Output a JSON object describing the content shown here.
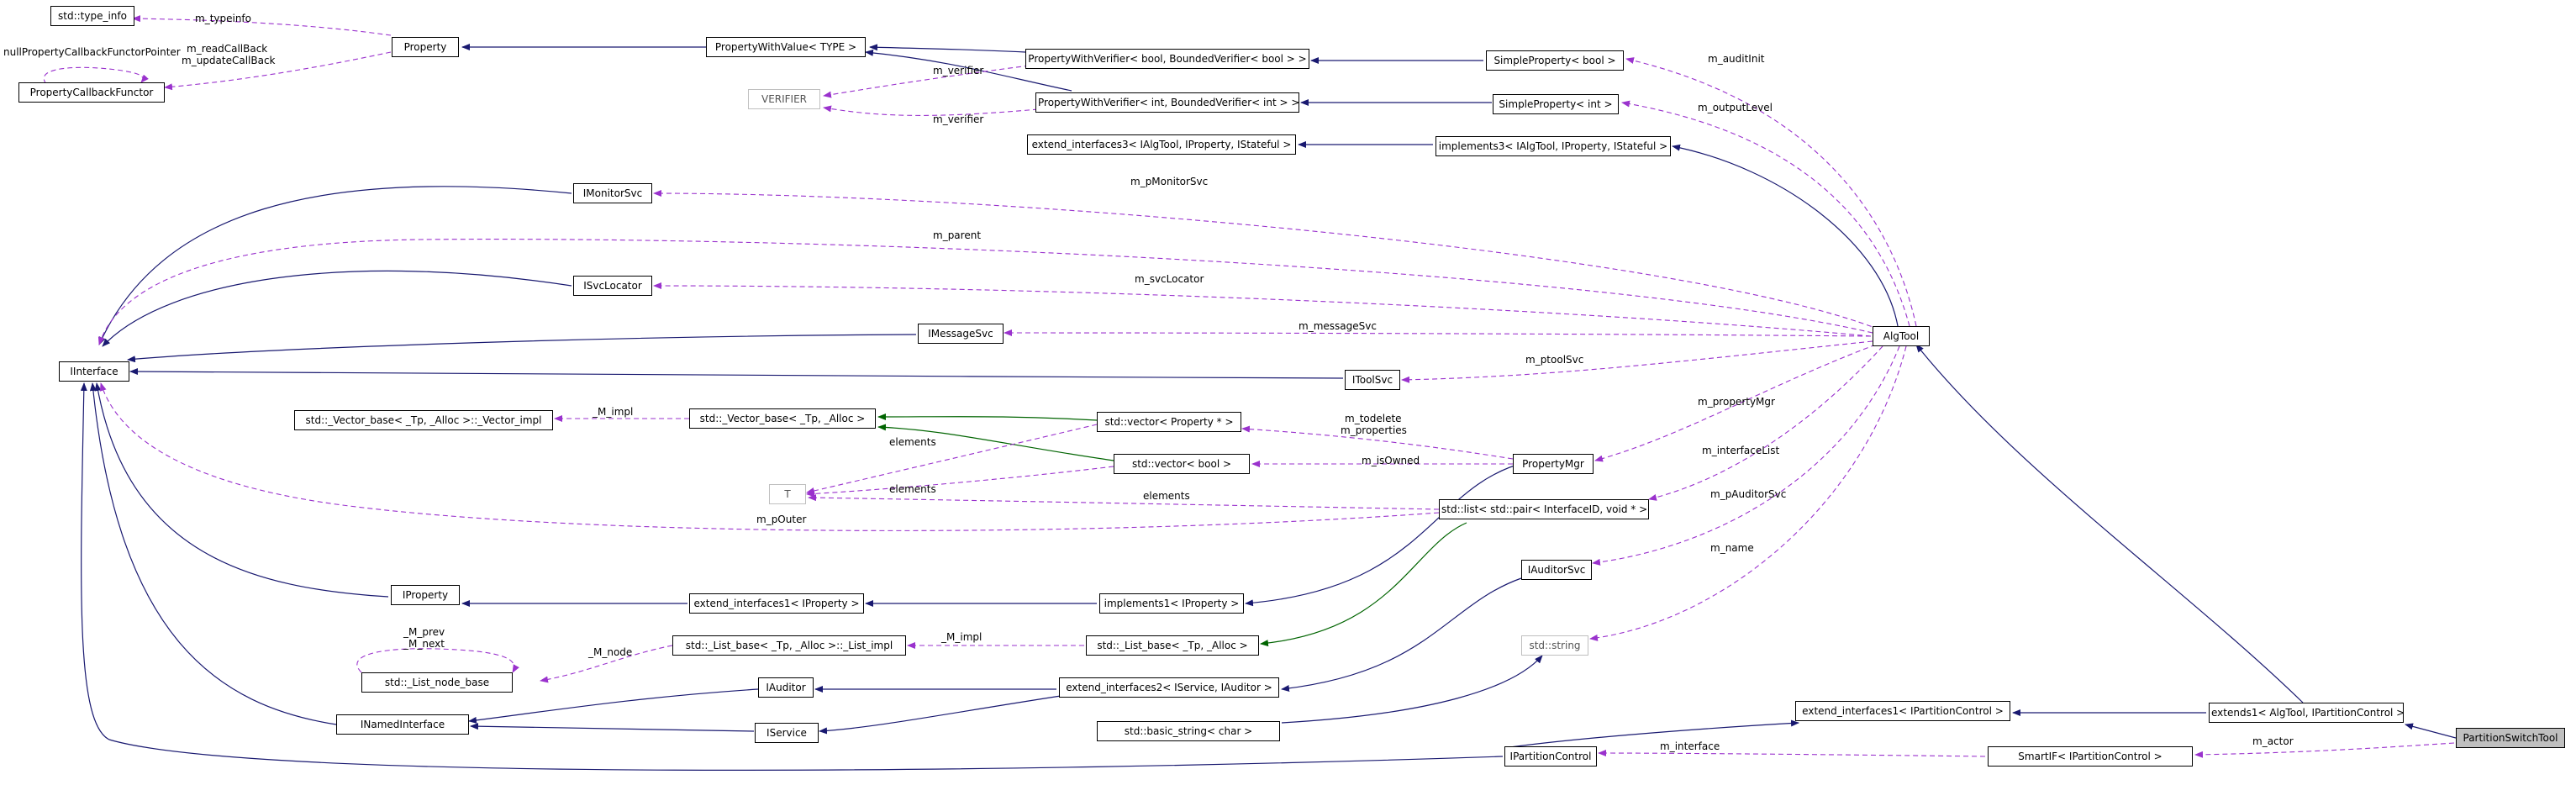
{
  "nodes": {
    "type_info": "std::type_info",
    "property": "Property",
    "property_callback_functor": "PropertyCallbackFunctor",
    "property_with_value": "PropertyWithValue< TYPE >",
    "verifier": "VERIFIER",
    "pwv_bool": "PropertyWithVerifier< bool, BoundedVerifier< bool > >",
    "pwv_int": "PropertyWithVerifier< int, BoundedVerifier< int > >",
    "simple_bool": "SimpleProperty< bool >",
    "simple_int": "SimpleProperty< int >",
    "extend3": "extend_interfaces3< IAlgTool, IProperty, IStateful >",
    "implements3": "implements3< IAlgTool, IProperty, IStateful >",
    "imonitorsvc": "IMonitorSvc",
    "isvclocator": "ISvcLocator",
    "imessagesvc": "IMessageSvc",
    "iinterface": "IInterface",
    "itoolsvc": "IToolSvc",
    "algtool": "AlgTool",
    "vector_impl": "std::_Vector_base< _Tp, _Alloc >::_Vector_impl",
    "vector_base": "std::_Vector_base< _Tp, _Alloc >",
    "vector_property": "std::vector< Property * >",
    "vector_bool": "std::vector< bool >",
    "t": "T",
    "property_mgr": "PropertyMgr",
    "list_pair": "std::list< std::pair< InterfaceID, void * > >",
    "iproperty": "IProperty",
    "extend1_iproperty": "extend_interfaces1< IProperty >",
    "implements1": "implements1< IProperty >",
    "iauditorsvc": "IAuditorSvc",
    "list_node_base": "std::_List_node_base",
    "list_impl": "std::_List_base< _Tp, _Alloc >::_List_impl",
    "list_base": "std::_List_base< _Tp, _Alloc >",
    "std_string": "std::string",
    "iauditor": "IAuditor",
    "extend2": "extend_interfaces2< IService, IAuditor >",
    "inamedinterface": "INamedInterface",
    "iservice": "IService",
    "basic_string": "std::basic_string< char >",
    "extend1_ipc": "extend_interfaces1< IPartitionControl >",
    "extends1": "extends1< AlgTool, IPartitionControl >",
    "ipartitioncontrol": "IPartitionControl",
    "smartif": "SmartIF< IPartitionControl >",
    "partition_switch_tool": "PartitionSwitchTool"
  },
  "edge_labels": {
    "m_typeinfo": "m_typeinfo",
    "null_ptr": "nullPropertyCallbackFunctorPointer",
    "m_readcallback": "m_readCallBack",
    "m_updatecallback": "m_updateCallBack",
    "m_verifier_1": "m_verifier",
    "m_verifier_2": "m_verifier",
    "m_auditinit": "m_auditInit",
    "m_outputlevel": "m_outputLevel",
    "m_pmonitorsvc": "m_pMonitorSvc",
    "m_parent": "m_parent",
    "m_svclocator": "m_svcLocator",
    "m_messagesvc": "m_messageSvc",
    "m_ptoolsvc": "m_ptoolSvc",
    "m_propertymgr": "m_propertyMgr",
    "m_impl_vector": "_M_impl",
    "m_todelete": "m_todelete",
    "m_properties": "m_properties",
    "m_interfacelist": "m_interfaceList",
    "elements_1": "elements",
    "m_isowned": "m_isOwned",
    "elements_2": "elements",
    "elements_3": "elements",
    "m_pauditorsvc": "m_pAuditorSvc",
    "m_pouter": "m_pOuter",
    "m_name": "m_name",
    "m_prev": "_M_prev",
    "m_next": "_M_next",
    "m_node": "_M_node",
    "m_impl_list": "_M_impl",
    "m_interface": "m_interface",
    "m_actor": "m_actor"
  },
  "colors": {
    "inheritance": "#191970",
    "template": "#006400",
    "usage": "#9a32cd",
    "focus_fill": "#bfbfbf"
  }
}
